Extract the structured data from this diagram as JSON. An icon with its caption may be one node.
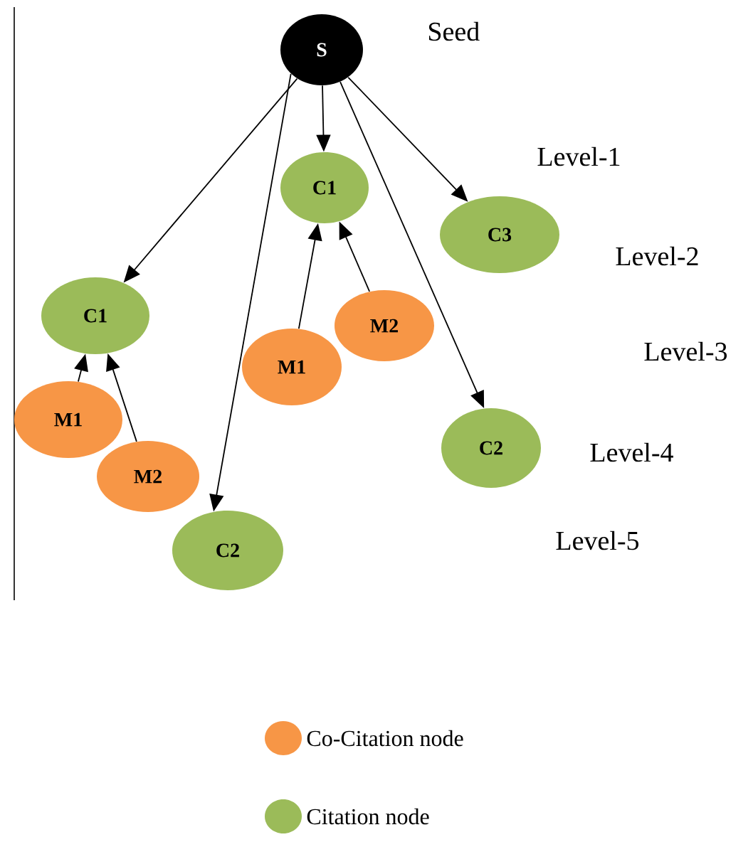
{
  "diagram": {
    "nodes": [
      {
        "text": [
          "S"
        ]
      },
      {
        "text": [
          "C1"
        ]
      },
      {
        "text": [
          "M1"
        ]
      },
      {
        "text": [
          "M2"
        ]
      },
      {
        "text": [
          "C2"
        ]
      },
      {
        "text": [
          "C1"
        ]
      },
      {
        "text": [
          "M1"
        ]
      },
      {
        "text": [
          "M2"
        ]
      },
      {
        "text": [
          "C3"
        ]
      },
      {
        "text": [
          "C2"
        ]
      }
    ],
    "edges": [
      {
        "from": 0,
        "to": 1,
        "arrow": "to"
      },
      {
        "from": 0,
        "to": 4,
        "arrow": "to"
      },
      {
        "from": 0,
        "to": 5,
        "arrow": "to"
      },
      {
        "from": 0,
        "to": 8,
        "arrow": "to"
      },
      {
        "from": 0,
        "to": 9,
        "arrow": "to"
      },
      {
        "from": 2,
        "to": 1,
        "arrow": "to"
      },
      {
        "from": 3,
        "to": 1,
        "arrow": "to"
      },
      {
        "from": 6,
        "to": 5,
        "arrow": "to"
      },
      {
        "from": 7,
        "to": 5,
        "arrow": "to"
      }
    ],
    "labels": [
      "Seed",
      "Level-1",
      "Level-2",
      "Level-3",
      "Level-4",
      "Level-5"
    ],
    "legend": [
      {
        "text": "Co-Citation node",
        "color": "#f79646"
      },
      {
        "text": "Citation node",
        "color": "#9bbb59"
      }
    ]
  }
}
